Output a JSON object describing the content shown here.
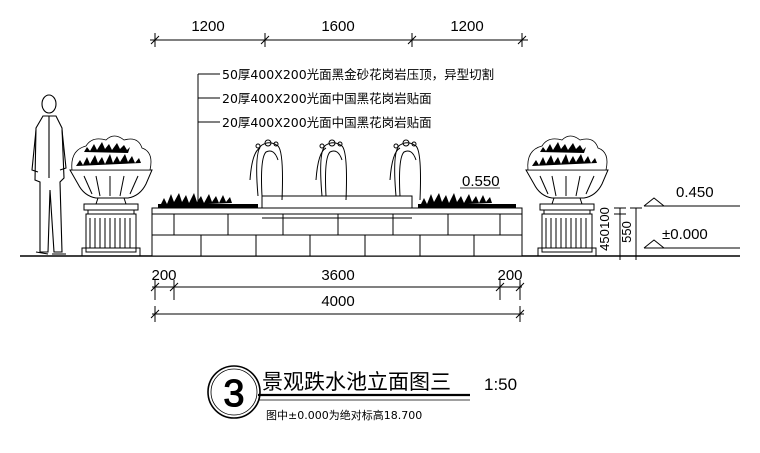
{
  "dimensions_top": [
    "1200",
    "1600",
    "1200"
  ],
  "dimensions_bottom": {
    "left": "200",
    "middle": "3600",
    "right": "200",
    "total": "4000"
  },
  "material_notes": [
    "50厚400X200光面黑金砂花岗岩压顶，异型切割",
    "20厚400X200光面中国黑花岗岩贴面",
    "20厚400X200光面中国黑花岗岩贴面"
  ],
  "level_pool": "0.550",
  "level_right_top": "0.450",
  "level_ground": "±0.000",
  "side_dims": {
    "d100": "100",
    "d450": "450",
    "d550": "550"
  },
  "title": {
    "number": "3",
    "name": "景观跌水池立面图三",
    "scale": "1:50",
    "note": "图中±0.000为绝对标高18.700"
  },
  "colors": {
    "line": "#000000",
    "paper": "#ffffff"
  }
}
